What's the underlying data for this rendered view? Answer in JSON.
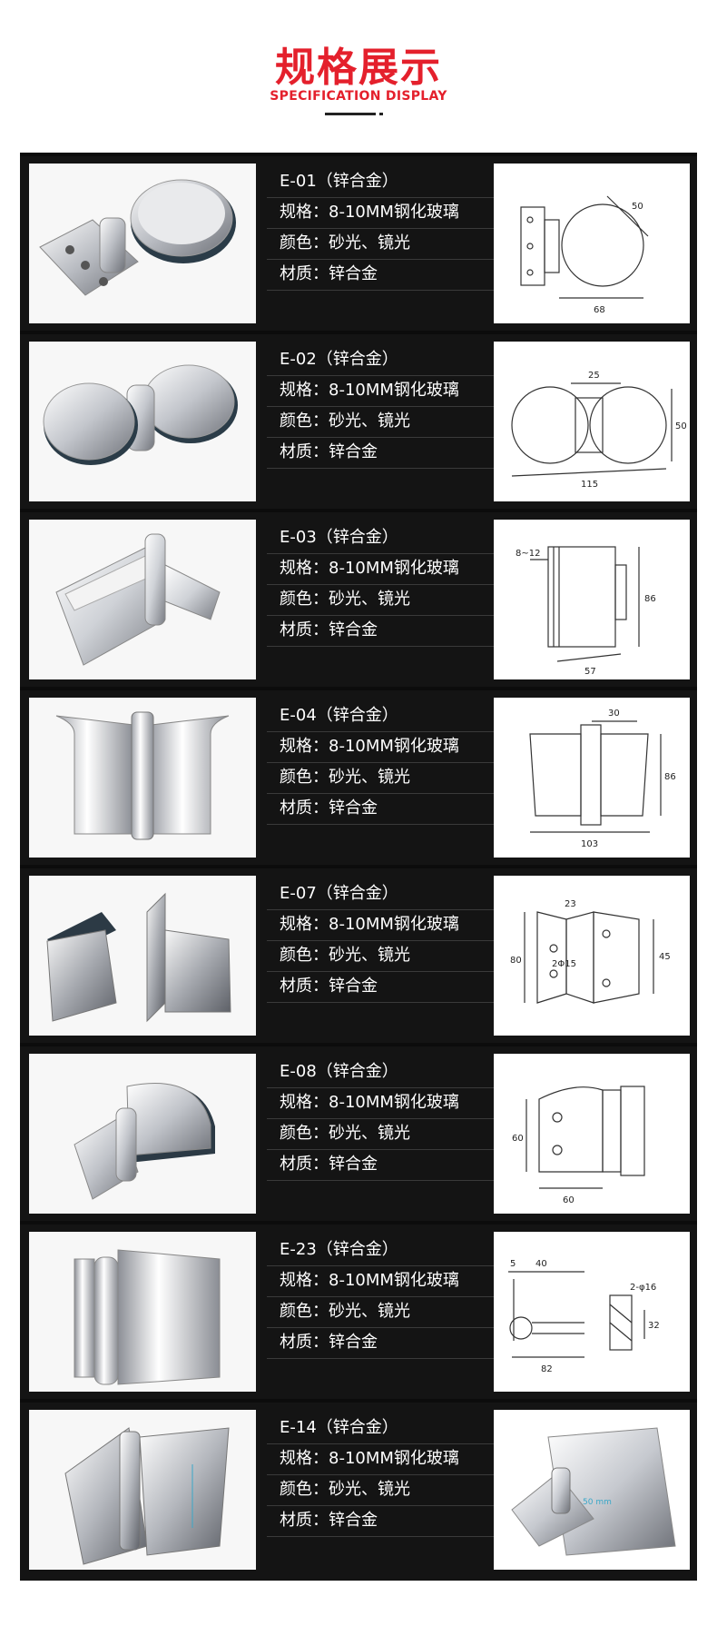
{
  "header": {
    "title": "规格展示",
    "subtitle": "SPECIFICATION DISPLAY"
  },
  "products": [
    {
      "code": "E-01（锌合金）",
      "spec": "规格：8-10MM钢化玻璃",
      "color": "颜色：砂光、镜光",
      "material": "材质：锌合金",
      "dims": [
        "50",
        "68"
      ]
    },
    {
      "code": "E-02（锌合金）",
      "spec": "规格：8-10MM钢化玻璃",
      "color": "颜色：砂光、镜光",
      "material": "材质：锌合金",
      "dims": [
        "25",
        "50",
        "115"
      ]
    },
    {
      "code": "E-03（锌合金）",
      "spec": "规格：8-10MM钢化玻璃",
      "color": "颜色：砂光、镜光",
      "material": "材质：锌合金",
      "dims": [
        "8~12",
        "86",
        "57"
      ]
    },
    {
      "code": "E-04（锌合金）",
      "spec": "规格：8-10MM钢化玻璃",
      "color": "颜色：砂光、镜光",
      "material": "材质：锌合金",
      "dims": [
        "30",
        "86",
        "103"
      ]
    },
    {
      "code": "E-07（锌合金）",
      "spec": "规格：8-10MM钢化玻璃",
      "color": "颜色：砂光、镜光",
      "material": "材质：锌合金",
      "dims": [
        "23",
        "80",
        "2Φ15",
        "45"
      ]
    },
    {
      "code": "E-08（锌合金）",
      "spec": "规格：8-10MM钢化玻璃",
      "color": "颜色：砂光、镜光",
      "material": "材质：锌合金",
      "dims": [
        "60",
        "60"
      ]
    },
    {
      "code": "E-23（锌合金）",
      "spec": "规格：8-10MM钢化玻璃",
      "color": "颜色：砂光、镜光",
      "material": "材质：锌合金",
      "dims": [
        "5",
        "40",
        "82",
        "2-φ16",
        "32"
      ]
    },
    {
      "code": "E-14（锌合金）",
      "spec": "规格：8-10MM钢化玻璃",
      "color": "颜色：砂光、镜光",
      "material": "材质：锌合金",
      "dims": [
        "50 mm"
      ]
    }
  ]
}
